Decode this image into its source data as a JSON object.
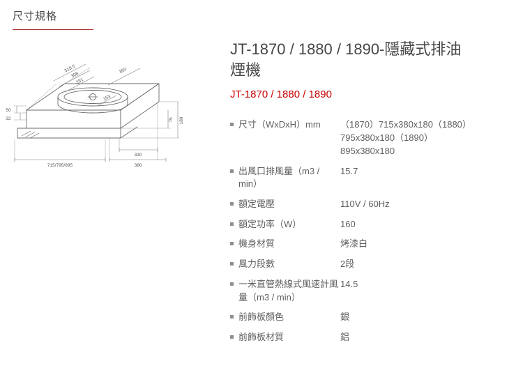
{
  "header": {
    "section_title": "尺寸規格"
  },
  "product": {
    "title": "JT-1870 / 1880 / 1890-隱藏式排油煙機",
    "models": "JT-1870 / 1880 / 1890"
  },
  "diagram": {
    "d3185": "318.5",
    "d308": "308",
    "d231": "231",
    "d350": "350",
    "d153": "153",
    "d50": "50",
    "d32": "32",
    "d75": "75",
    "d180": "180",
    "d330": "330",
    "d380": "380",
    "widths": "715/795/895"
  },
  "specs": [
    {
      "label": "尺寸（WxDxH）mm",
      "value": "（1870）715x380x180（1880）\n795x380x180（1890）\n895x380x180"
    },
    {
      "label": "出風口排風量（m3 / min）",
      "value": "15.7"
    },
    {
      "label": "額定電壓",
      "value": "110V / 60Hz"
    },
    {
      "label": "額定功率（W）",
      "value": "160"
    },
    {
      "label": "機身材質",
      "value": "烤漆白"
    },
    {
      "label": "風力段數",
      "value": "2段"
    },
    {
      "label": "一米直管熱線式風速計風量（m3 / min）",
      "value": "14.5"
    },
    {
      "label": "前飾板顏色",
      "value": "銀"
    },
    {
      "label": "前飾板材質",
      "value": "鋁"
    }
  ]
}
